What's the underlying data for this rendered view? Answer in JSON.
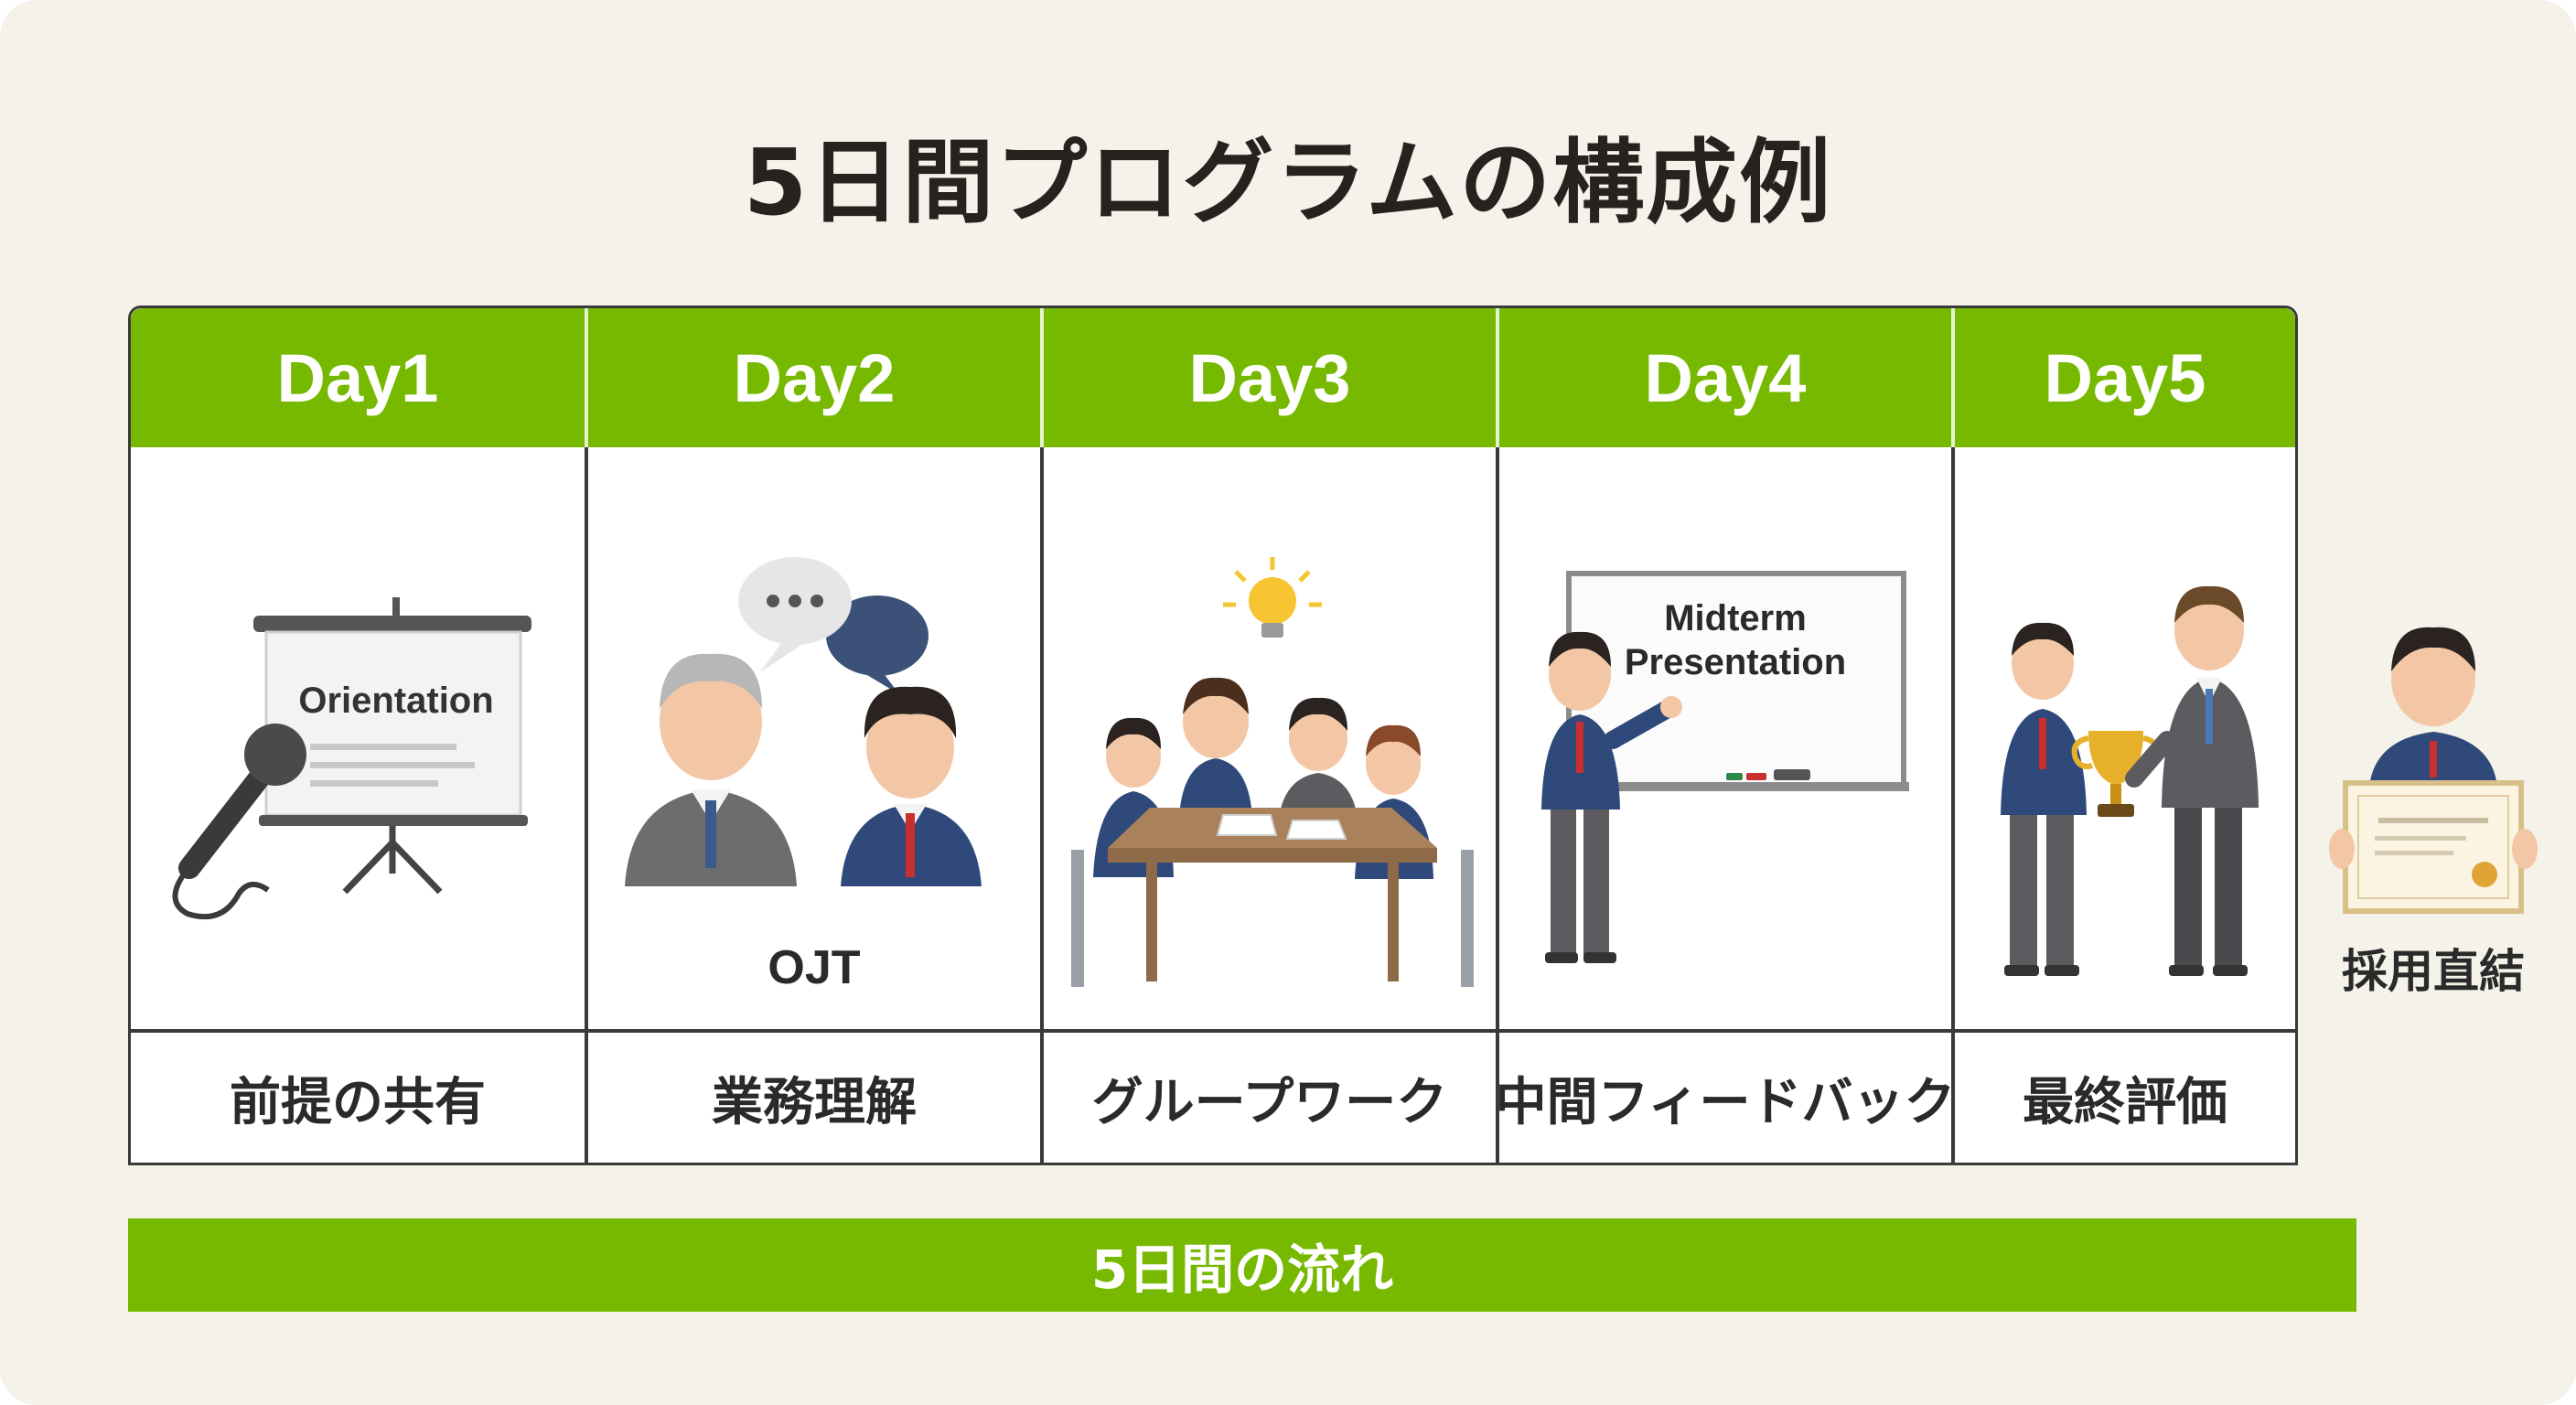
{
  "title": "5日間プログラムの構成例",
  "days": [
    {
      "day": "Day1",
      "image_text": "Orientation",
      "label": "前提の共有"
    },
    {
      "day": "Day2",
      "image_text": "OJT",
      "label": "業務理解"
    },
    {
      "day": "Day3",
      "image_text": "",
      "label": "グループワーク"
    },
    {
      "day": "Day4",
      "image_text": "Midterm Presentation",
      "image_text_lines": [
        "Midterm",
        "Presentation"
      ],
      "label": "中間フィードバック"
    },
    {
      "day": "Day5",
      "image_text": "",
      "label": "最終評価"
    }
  ],
  "side_label": "採用直結",
  "flow_label": "5日間の流れ",
  "colors": {
    "accent_green": "#76b900",
    "background": "#f4f2e9",
    "suit_navy": "#2f4a7a",
    "suit_gray": "#5c5c60",
    "tie_red": "#c8302f"
  },
  "icons": [
    "projector-screen-icon",
    "microphone-icon",
    "speech-bubbles-icon",
    "lightbulb-icon",
    "meeting-table-icon",
    "whiteboard-icon",
    "trophy-icon",
    "certificate-icon"
  ]
}
